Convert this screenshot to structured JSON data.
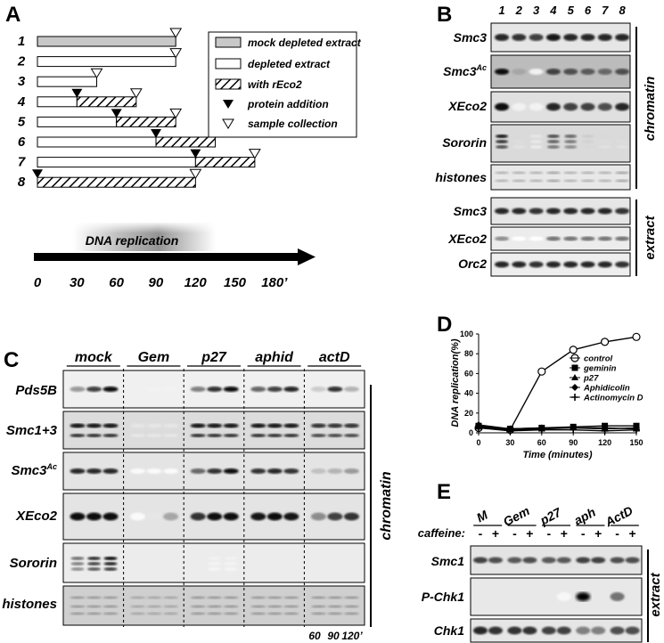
{
  "panels": {
    "A": "A",
    "B": "B",
    "C": "C",
    "D": "D",
    "E": "E"
  },
  "panel_a": {
    "rows": [
      {
        "id": "1",
        "start": 0,
        "end": 105,
        "fill": "grey",
        "add": false
      },
      {
        "id": "2",
        "start": 0,
        "end": 105,
        "fill": "white",
        "add": false
      },
      {
        "id": "3",
        "start": 0,
        "end": 45,
        "fill": "white",
        "add": false
      },
      {
        "id": "4",
        "start": 0,
        "end": 75,
        "fill": "white",
        "add": true,
        "add_at": 30
      },
      {
        "id": "5",
        "start": 0,
        "end": 105,
        "fill": "white",
        "add": true,
        "add_at": 60
      },
      {
        "id": "6",
        "start": 0,
        "end": 135,
        "fill": "white",
        "add": true,
        "add_at": 90
      },
      {
        "id": "7",
        "start": 0,
        "end": 165,
        "fill": "white",
        "add": true,
        "add_at": 120
      },
      {
        "id": "8",
        "start": 0,
        "end": 120,
        "fill": "hatch",
        "add": true,
        "add_at": 0
      }
    ],
    "legend": [
      "mock depleted extract",
      "depleted extract",
      "with rEco2",
      "protein addition",
      "sample collection"
    ],
    "replication_label": "DNA replication",
    "axis_ticks": [
      "0",
      "30",
      "60",
      "90",
      "120",
      "150",
      "180’"
    ]
  },
  "panel_b": {
    "lanes": [
      "1",
      "2",
      "3",
      "4",
      "5",
      "6",
      "7",
      "8"
    ],
    "chromatin_rows": [
      "Smc3",
      "Smc3",
      "XEco2",
      "Sororin",
      "histones"
    ],
    "ac_superscript": "Ac",
    "extract_rows": [
      "Smc3",
      "XEco2",
      "Orc2"
    ],
    "chromatin_label": "chromatin",
    "extract_label": "extract"
  },
  "panel_c": {
    "groups": [
      "mock",
      "Gem",
      "p27",
      "aphid",
      "actD"
    ],
    "rows": [
      "Pds5B",
      "Smc1+3",
      "Smc3",
      "XEco2",
      "Sororin",
      "histones"
    ],
    "ac_superscript": "Ac",
    "time_labels": [
      "60",
      "90",
      "120’"
    ],
    "side_label": "chromatin"
  },
  "panel_d": {
    "chart_data": {
      "type": "line",
      "xlabel": "Time (minutes)",
      "ylabel": "DNA replication(%)",
      "xlim": [
        0,
        150
      ],
      "ylim": [
        0,
        100
      ],
      "x_ticks": [
        "0",
        "30",
        "60",
        "90",
        "120",
        "150"
      ],
      "y_ticks": [
        "0",
        "20",
        "40",
        "60",
        "80",
        "100"
      ],
      "legend_position": "right",
      "series": [
        {
          "name": "control",
          "marker": "open-circle",
          "x": [
            0,
            30,
            60,
            90,
            120,
            150
          ],
          "y": [
            5,
            3,
            62,
            84,
            92,
            97
          ]
        },
        {
          "name": "geminin",
          "marker": "square",
          "x": [
            0,
            30,
            60,
            90,
            120,
            150
          ],
          "y": [
            7,
            4,
            5,
            6,
            7,
            7
          ]
        },
        {
          "name": "p27",
          "marker": "triangle",
          "x": [
            0,
            30,
            60,
            90,
            120,
            150
          ],
          "y": [
            6,
            3,
            4,
            5,
            5,
            4
          ]
        },
        {
          "name": "Aphidicolin",
          "marker": "diamond",
          "x": [
            0,
            30,
            60,
            90,
            120,
            150
          ],
          "y": [
            8,
            4,
            5,
            5,
            4,
            5
          ]
        },
        {
          "name": "Actinomycin D",
          "marker": "plus",
          "x": [
            0,
            30,
            60,
            90,
            120,
            150
          ],
          "y": [
            5,
            2,
            3,
            3,
            2,
            3
          ]
        }
      ]
    }
  },
  "panel_e": {
    "groups": [
      "M",
      "Gem",
      "p27",
      "aph",
      "ActD"
    ],
    "caffeine_label": "caffeine:",
    "signs": [
      "-",
      "+",
      "-",
      "+",
      "-",
      "+",
      "-",
      "+",
      "-",
      "+"
    ],
    "rows": [
      "Smc1",
      "P-Chk1",
      "Chk1"
    ],
    "side_label": "extract"
  }
}
